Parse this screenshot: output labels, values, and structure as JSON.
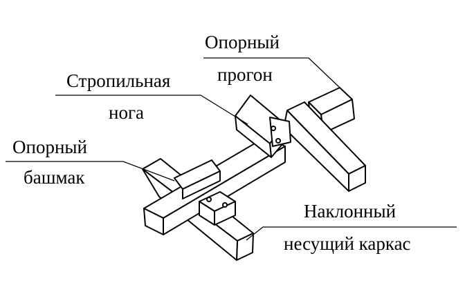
{
  "labels": {
    "support_purlin": {
      "line1": "Опорный",
      "line2": "прогон"
    },
    "rafter_leg": {
      "line1": "Стропильная",
      "line2": "нога"
    },
    "support_shoe": {
      "line1": "Опорный",
      "line2": "башмак"
    },
    "inclined_frame": {
      "line1": "Наклонный",
      "line2": "несущий каркас"
    }
  },
  "colors": {
    "stroke": "#000000",
    "fill": "#ffffff"
  }
}
